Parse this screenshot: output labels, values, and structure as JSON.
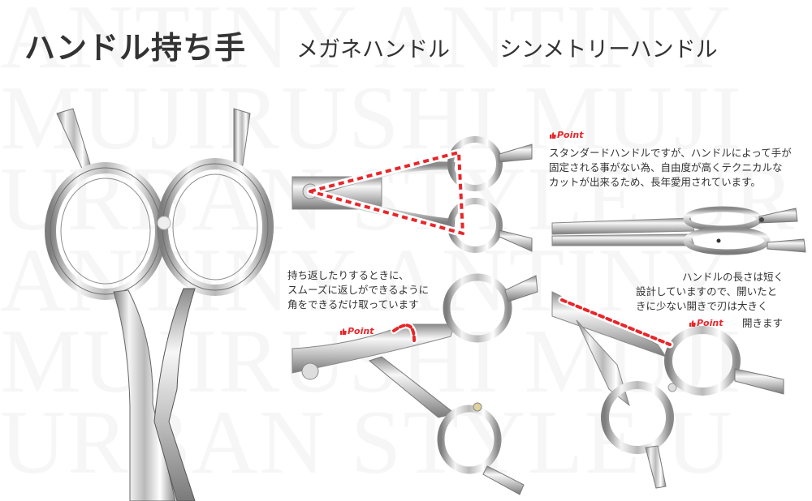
{
  "header": {
    "title": "ハンドル持ち手",
    "subtitle_left": "メガネハンドル",
    "subtitle_right": "シンメトリーハンドル"
  },
  "watermark": {
    "rows": [
      "ANTINY ANTINY",
      "MUJIRUSHI MUJI",
      "URBAN STYLE UR",
      "ANTINY ANTINY",
      "MUJIRUSHI MUJI",
      "URBAN STYLE U"
    ]
  },
  "panels": {
    "standard": {
      "point_label": "Point",
      "description": "スタンダードハンドルですが、ハンドルによって手が\n固定される事がない為、自由度が高くテクニカルな\nカットが出来るため、長年愛用されています。"
    },
    "rounded_corner": {
      "point_label": "Point",
      "description": "持ち返したりするときに、\nスムーズに返しができるように\n角をできるだけ取っています"
    },
    "short_handle": {
      "point_label": "Point",
      "description_lines": [
        "ハンドルの長さは短く",
        "設計していますので、開いたと",
        "きに少ない開きで刃は大きく",
        "開きます"
      ]
    }
  },
  "colors": {
    "title_text": "#333333",
    "point_red": "#e8262a",
    "watermark": "#f6f6f6",
    "steel_light": "#e9e9e9",
    "steel_dark": "#8a8a8a"
  }
}
